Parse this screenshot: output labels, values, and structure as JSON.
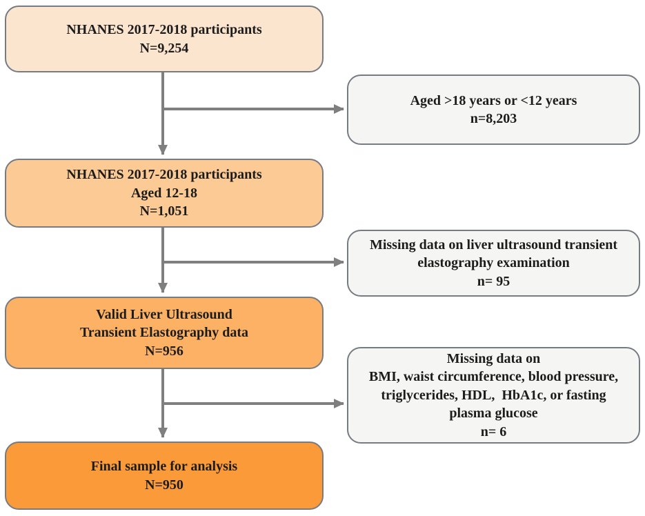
{
  "flowchart": {
    "main_nodes": [
      {
        "id": "participants-all",
        "lines": [
          "NHANES 2017-2018 participants",
          "N=9,254"
        ],
        "n": "9,254",
        "fill": "#fce5ce"
      },
      {
        "id": "participants-aged-12-18",
        "lines": [
          "NHANES 2017-2018 participants",
          "Aged 12-18",
          "N=1,051"
        ],
        "n": "1,051",
        "fill": "#fcca94"
      },
      {
        "id": "valid-elastography",
        "lines": [
          "Valid Liver Ultrasound",
          "Transient Elastography data",
          "N=956"
        ],
        "n": "956",
        "fill": "#fdb164"
      },
      {
        "id": "final-sample",
        "lines": [
          "Final sample for analysis",
          "N=950"
        ],
        "n": "950",
        "fill": "#fb9a38"
      }
    ],
    "exclusion_nodes": [
      {
        "id": "excluded-age",
        "lines": [
          "Aged >18 years or <12 years",
          "n=8,203"
        ],
        "n": "8,203",
        "fill": "#f5f5f4"
      },
      {
        "id": "excluded-missing-elastography",
        "lines": [
          "Missing data on liver ultrasound transient",
          "elastography examination",
          "n= 95"
        ],
        "n": "95",
        "fill": "#f5f5f4"
      },
      {
        "id": "excluded-missing-labs",
        "lines": [
          "Missing data on",
          "BMI, waist circumference, blood pressure,",
          "triglycerides, HDL,  HbA1c, or fasting",
          "plasma glucose",
          "n= 6"
        ],
        "n": "6",
        "fill": "#f5f5f4"
      }
    ],
    "connections": [
      {
        "from": "participants-all",
        "to": "participants-aged-12-18"
      },
      {
        "from": "participants-all",
        "to": "excluded-age"
      },
      {
        "from": "participants-aged-12-18",
        "to": "valid-elastography"
      },
      {
        "from": "participants-aged-12-18",
        "to": "excluded-missing-elastography"
      },
      {
        "from": "valid-elastography",
        "to": "final-sample"
      },
      {
        "from": "valid-elastography",
        "to": "excluded-missing-labs"
      }
    ],
    "colors": {
      "background": "#ffffff",
      "box_border": "#767b82",
      "arrow": "#7f7f7f",
      "text": "#1c1c1c"
    }
  }
}
